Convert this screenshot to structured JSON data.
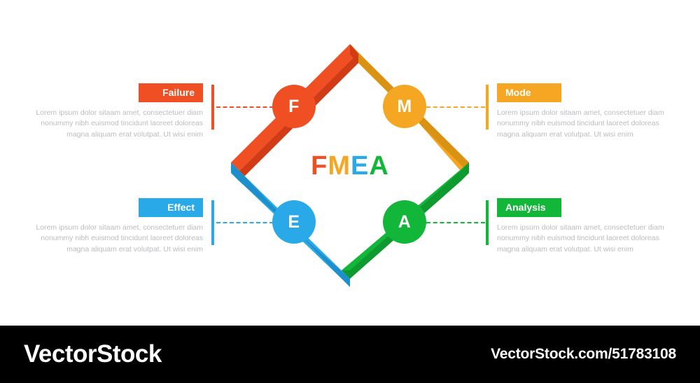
{
  "diagram": {
    "center_title": {
      "text": "FMEA",
      "letters": [
        {
          "char": "F",
          "color": "#F04E23"
        },
        {
          "char": "M",
          "color": "#F5A623"
        },
        {
          "char": "E",
          "color": "#29A9E8"
        },
        {
          "char": "A",
          "color": "#12B639"
        }
      ]
    },
    "nodes": [
      {
        "id": "failure",
        "letter": "F",
        "color": "#F04E23"
      },
      {
        "id": "mode",
        "letter": "M",
        "color": "#F5A623"
      },
      {
        "id": "effect",
        "letter": "E",
        "color": "#29A9E8"
      },
      {
        "id": "analysis",
        "letter": "A",
        "color": "#12B639"
      }
    ]
  },
  "panels": {
    "failure": {
      "label": "Failure",
      "color": "#F04E23",
      "body": "Lorem ipsum dolor sitaam amet, consectetuer diam\nnonummy  nibh euismod tincidunt laoreet doloreas\nmagna aliquam erat volutpat. Ut wisi enim"
    },
    "mode": {
      "label": "Mode",
      "color": "#F5A623",
      "body": "Lorem ipsum dolor sitaam amet, consectetuer diam\nnonummy  nibh euismod tincidunt laoreet doloreas\nmagna aliquam erat volutpat. Ut wisi enim"
    },
    "effect": {
      "label": "Effect",
      "color": "#29A9E8",
      "body": "Lorem ipsum dolor sitaam amet, consectetuer diam\nnonummy  nibh euismod tincidunt laoreet doloreas\nmagna aliquam erat volutpat. Ut wisi enim"
    },
    "analysis": {
      "label": "Analysis",
      "color": "#12B639",
      "body": "Lorem ipsum dolor sitaam amet, consectetuer diam\nnonummy  nibh euismod tincidunt laoreet doloreas\nmagna aliquam erat volutpat. Ut wisi enim"
    }
  },
  "watermark": {
    "logo": "VectorStock",
    "url": "VectorStock.com/51783108"
  }
}
